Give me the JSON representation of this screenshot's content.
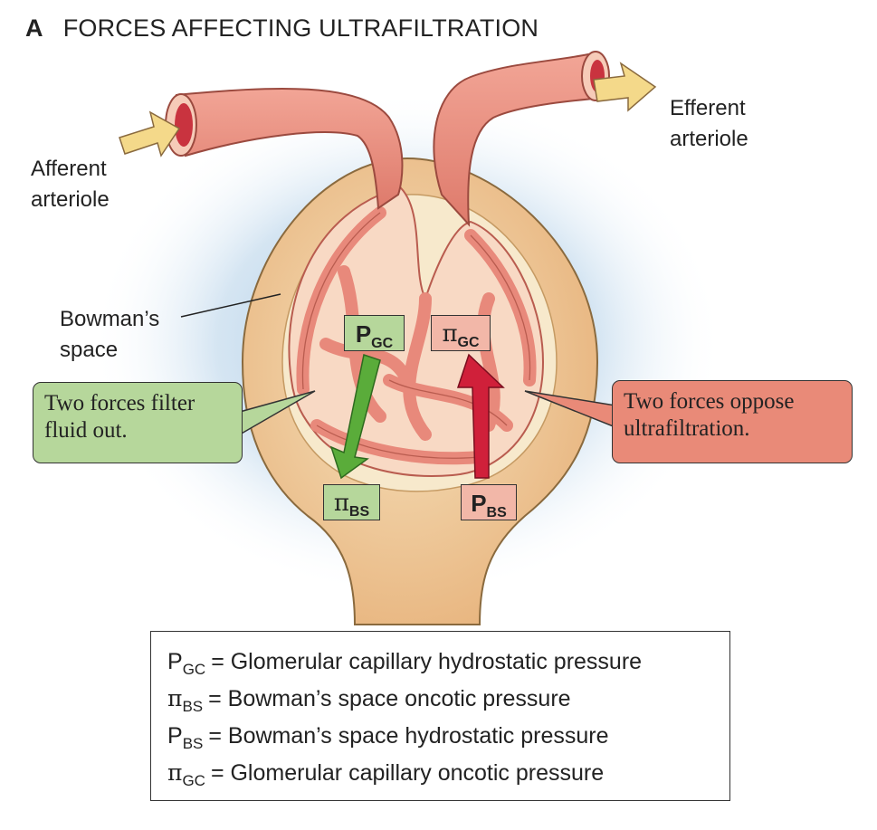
{
  "title": {
    "letter": "A",
    "text": "FORCES AFFECTING ULTRAFILTRATION"
  },
  "labels": {
    "afferent": [
      "Afferent",
      "arteriole"
    ],
    "efferent": [
      "Efferent",
      "arteriole"
    ],
    "bowman": [
      "Bowman’s",
      "space"
    ]
  },
  "callouts": {
    "filter": [
      "Two forces filter",
      "fluid out."
    ],
    "oppose": [
      "Two forces oppose",
      "ultrafiltration."
    ]
  },
  "forces": {
    "pgc": {
      "symbol": "P",
      "subscript": "GC"
    },
    "pigc": {
      "symbol": "π",
      "subscript": "GC"
    },
    "pibs": {
      "symbol": "π",
      "subscript": "BS"
    },
    "pbs": {
      "symbol": "P",
      "subscript": "BS"
    }
  },
  "legend": [
    {
      "symbol": "P",
      "subscript": "GC",
      "text": "= Glomerular capillary hydrostatic pressure"
    },
    {
      "symbol": "π",
      "subscript": "BS",
      "text": "= Bowman’s space oncotic pressure"
    },
    {
      "symbol": "P",
      "subscript": "BS",
      "text": "= Bowman’s space hydrostatic pressure"
    },
    {
      "symbol": "π",
      "subscript": "GC",
      "text": "= Glomerular capillary oncotic pressure"
    }
  ],
  "colors": {
    "capillary": "#e8897b",
    "bowman_capsule": "#edc38f",
    "filter_arrow": "#5aac3a",
    "oppose_arrow": "#d0203a",
    "inflow_arrow": "#f4d98a",
    "glow": "#b9d4ea"
  }
}
